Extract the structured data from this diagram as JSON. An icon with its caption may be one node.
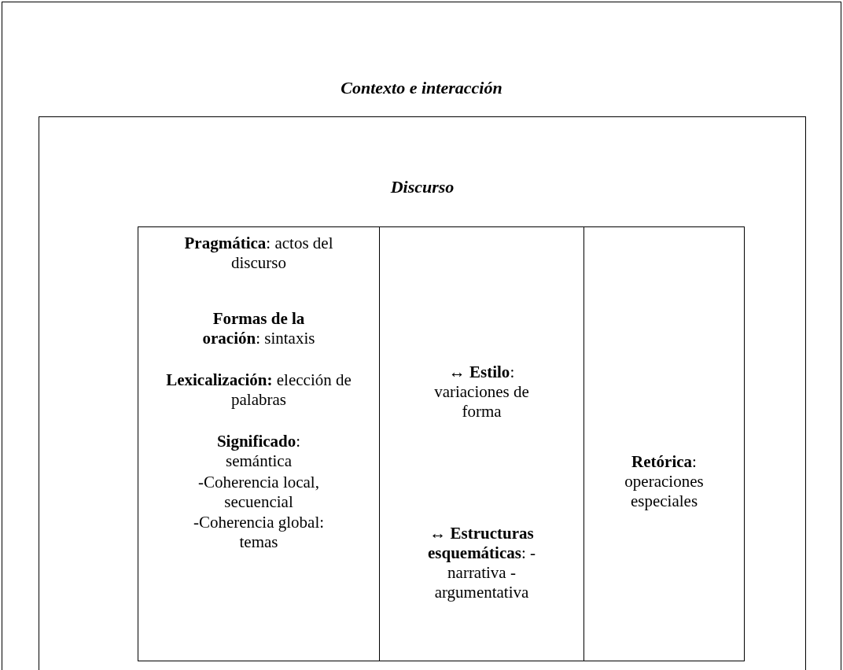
{
  "diagram": {
    "nodes": [
      {
        "text": [
          "Contexto e interacción"
        ]
      },
      {
        "text": [
          "Discurso"
        ],
        "in": 0
      },
      {
        "text": [
          "**Pragmática**: actos del discurso",
          "**Formas de la oración**: sintaxis",
          "**Lexicalización:** elección de palabras",
          "**Significado**: semántica",
          "-Coherencia local, secuencial",
          "-Coherencia global: temas"
        ],
        "in": 1
      },
      {
        "text": [
          "↔ **Estilo**: variaciones de forma",
          "↔ **Estructuras esquemáticas**: - narrativa - argumentativa"
        ],
        "in": 1
      },
      {
        "text": [
          "**Retórica**: operaciones especiales"
        ],
        "in": 1
      }
    ]
  }
}
